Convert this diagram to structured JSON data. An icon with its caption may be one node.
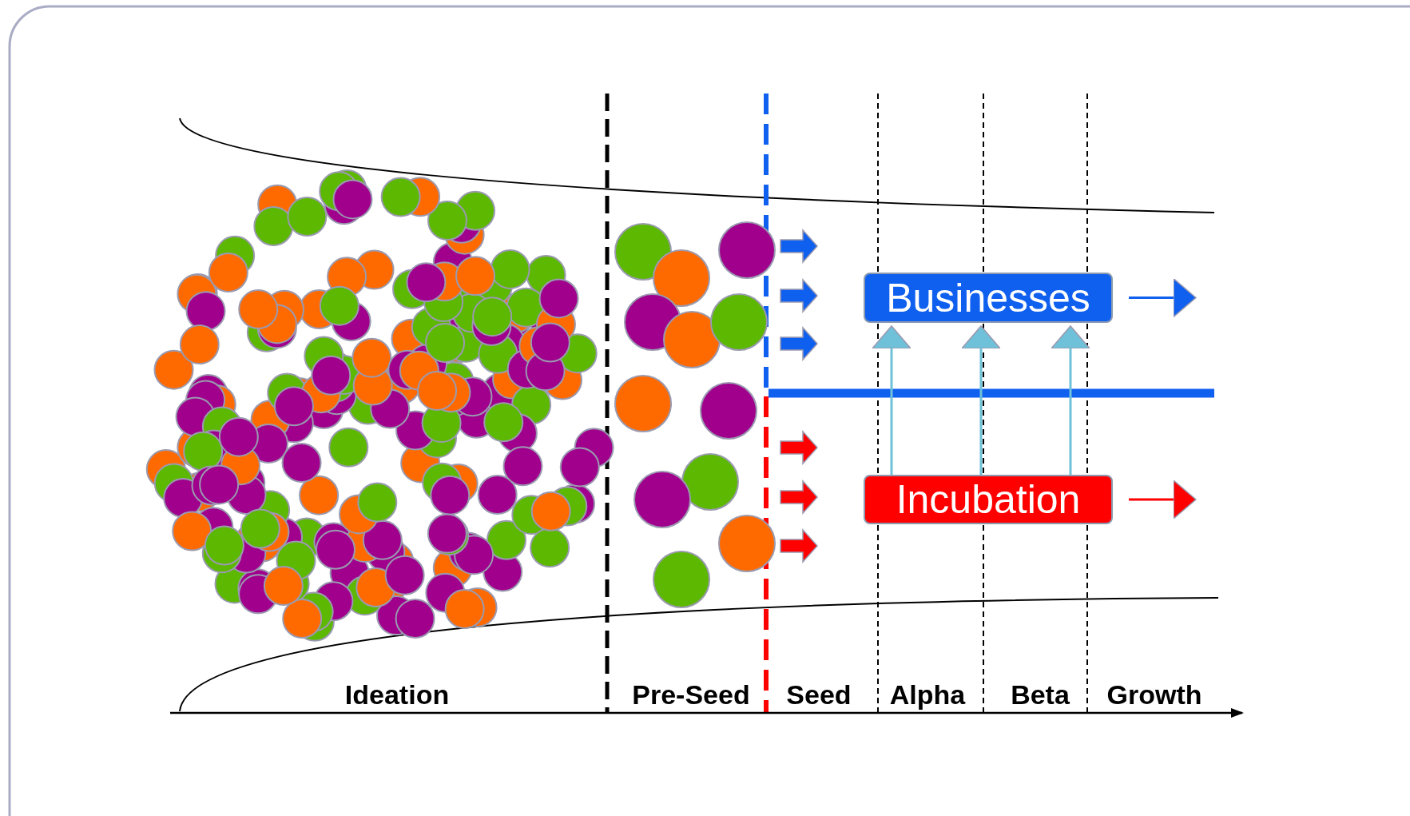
{
  "diagram": {
    "nodes": [
      {
        "text": [
          "Businesses"
        ]
      },
      {
        "text": [
          "Incubation"
        ]
      }
    ],
    "edges": [
      {
        "from": 0,
        "to": null,
        "arrow": "to",
        "color": "#1060f0"
      },
      {
        "from": 1,
        "to": null,
        "arrow": "to",
        "color": "#ff0000"
      },
      {
        "from": 1,
        "to": 0,
        "arrow": "to",
        "color": "#6ec1d8"
      },
      {
        "from": 1,
        "to": 0,
        "arrow": "to",
        "color": "#6ec1d8"
      },
      {
        "from": 1,
        "to": 0,
        "arrow": "to",
        "color": "#6ec1d8"
      }
    ],
    "labels": [
      "Ideation",
      "Pre-Seed",
      "Seed",
      "Alpha",
      "Beta",
      "Growth"
    ]
  }
}
